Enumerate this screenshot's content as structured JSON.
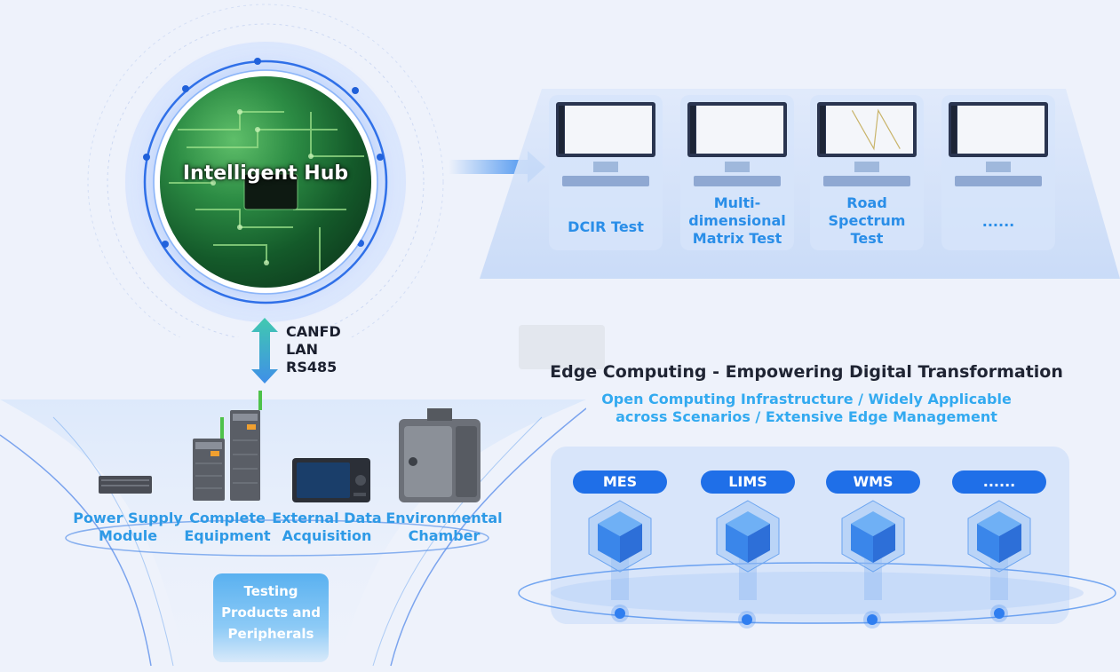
{
  "hub": {
    "title": "Intelligent Hub"
  },
  "protocols": [
    "CANFD",
    "LAN",
    "RS485"
  ],
  "software_tests": [
    {
      "label_lines": [
        "DCIR Test"
      ]
    },
    {
      "label_lines": [
        "Multi-",
        "dimensional",
        "Matrix Test"
      ]
    },
    {
      "label_lines": [
        "Road",
        "Spectrum",
        "Test"
      ]
    },
    {
      "label_lines": [
        "......"
      ]
    }
  ],
  "devices": [
    {
      "label_lines": [
        "Power Supply",
        "Module"
      ]
    },
    {
      "label_lines": [
        "Complete",
        "Equipment"
      ]
    },
    {
      "label_lines": [
        "External Data",
        "Acquisition"
      ]
    },
    {
      "label_lines": [
        "Environmental",
        "Chamber"
      ]
    }
  ],
  "testing_box": {
    "label_lines": [
      "Testing",
      "Products and",
      "Peripherals"
    ]
  },
  "edge": {
    "title": "Edge Computing - Empowering Digital Transformation",
    "subtitle_lines": [
      "Open Computing Infrastructure / Widely Applicable",
      "across Scenarios / Extensive Edge Management"
    ],
    "systems": [
      "MES",
      "LIMS",
      "WMS",
      "......"
    ]
  },
  "colors": {
    "background": "#eef2fb",
    "accent_blue": "#1f6fe8",
    "label_blue": "#2a8ee8",
    "title_dark": "#1f2433"
  }
}
